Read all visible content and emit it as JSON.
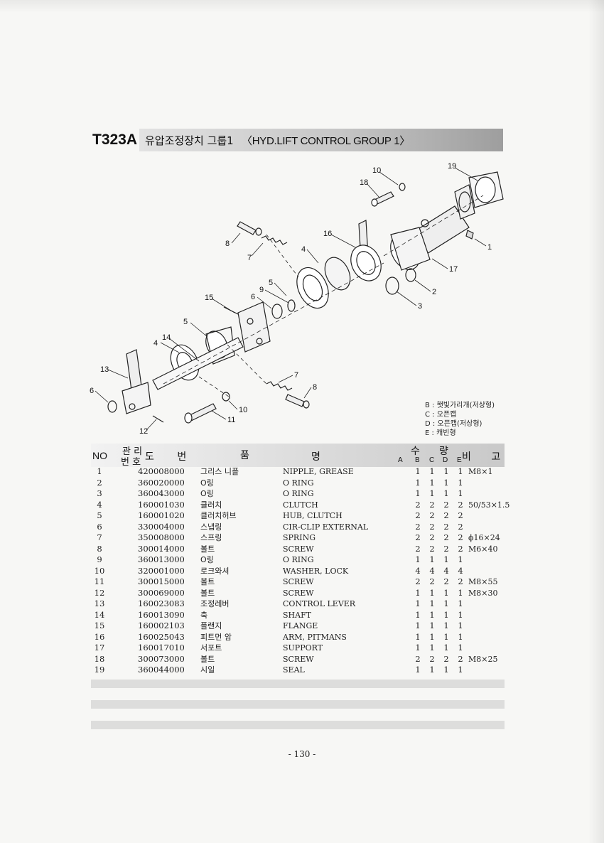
{
  "header": {
    "code": "T323A",
    "title_ko": "유압조정장치 그룹1",
    "title_en": "〈HYD.LIFT CONTROL GROUP 1〉"
  },
  "diagram": {
    "callouts": [
      "1",
      "2",
      "3",
      "4",
      "4",
      "5",
      "5",
      "6",
      "6",
      "7",
      "7",
      "8",
      "8",
      "9",
      "10",
      "10",
      "11",
      "12",
      "13",
      "14",
      "15",
      "16",
      "17",
      "18",
      "19"
    ]
  },
  "legend": {
    "b": "B : 햇빛가리개(저상형)",
    "c": "C : 오픈캡",
    "d": "D : 오픈캡(저상형)",
    "e": "E : 캐빈형"
  },
  "table": {
    "headers": {
      "no": "NO",
      "mgmt_top": "관 리",
      "mgmt_bottom": "번 호",
      "drawing": "도 번",
      "name1": "품",
      "name2": "명",
      "qty1": "수",
      "qty2": "량",
      "col_a": "A",
      "col_b": "B",
      "col_c": "C",
      "col_d": "D",
      "col_e": "E",
      "remark": "비 고"
    },
    "rows": [
      {
        "no": "1",
        "part": "420008000",
        "ko": "그리스 니플",
        "en": "NIPPLE, GREASE",
        "b": "1",
        "c": "1",
        "d": "1",
        "e": "1",
        "remark": "M8×1"
      },
      {
        "no": "2",
        "part": "360020000",
        "ko": "O링",
        "en": "O RING",
        "b": "1",
        "c": "1",
        "d": "1",
        "e": "1",
        "remark": ""
      },
      {
        "no": "3",
        "part": "360043000",
        "ko": "O링",
        "en": "O RING",
        "b": "1",
        "c": "1",
        "d": "1",
        "e": "1",
        "remark": ""
      },
      {
        "no": "4",
        "part": "160001030",
        "ko": "클러치",
        "en": "CLUTCH",
        "b": "2",
        "c": "2",
        "d": "2",
        "e": "2",
        "remark": "50/53×1.5"
      },
      {
        "no": "5",
        "part": "160001020",
        "ko": "클러치허브",
        "en": "HUB, CLUTCH",
        "b": "2",
        "c": "2",
        "d": "2",
        "e": "2",
        "remark": ""
      },
      {
        "no": "6",
        "part": "330004000",
        "ko": "스냅링",
        "en": "CIR-CLIP EXTERNAL",
        "b": "2",
        "c": "2",
        "d": "2",
        "e": "2",
        "remark": ""
      },
      {
        "no": "7",
        "part": "350008000",
        "ko": "스프링",
        "en": "SPRING",
        "b": "2",
        "c": "2",
        "d": "2",
        "e": "2",
        "remark": "ϕ16×24"
      },
      {
        "no": "8",
        "part": "300014000",
        "ko": "볼트",
        "en": "SCREW",
        "b": "2",
        "c": "2",
        "d": "2",
        "e": "2",
        "remark": "M6×40"
      },
      {
        "no": "9",
        "part": "360013000",
        "ko": "O링",
        "en": "O RING",
        "b": "1",
        "c": "1",
        "d": "1",
        "e": "1",
        "remark": ""
      },
      {
        "no": "10",
        "part": "320001000",
        "ko": "로크와셔",
        "en": "WASHER, LOCK",
        "b": "4",
        "c": "4",
        "d": "4",
        "e": "4",
        "remark": ""
      },
      {
        "no": "11",
        "part": "300015000",
        "ko": "볼트",
        "en": "SCREW",
        "b": "2",
        "c": "2",
        "d": "2",
        "e": "2",
        "remark": "M8×55"
      },
      {
        "no": "12",
        "part": "300069000",
        "ko": "볼트",
        "en": "SCREW",
        "b": "1",
        "c": "1",
        "d": "1",
        "e": "1",
        "remark": "M8×30"
      },
      {
        "no": "13",
        "part": "160023083",
        "ko": "조정레버",
        "en": "CONTROL LEVER",
        "b": "1",
        "c": "1",
        "d": "1",
        "e": "1",
        "remark": ""
      },
      {
        "no": "14",
        "part": "160013090",
        "ko": "축",
        "en": "SHAFT",
        "b": "1",
        "c": "1",
        "d": "1",
        "e": "1",
        "remark": ""
      },
      {
        "no": "15",
        "part": "160002103",
        "ko": "플랜지",
        "en": "FLANGE",
        "b": "1",
        "c": "1",
        "d": "1",
        "e": "1",
        "remark": ""
      },
      {
        "no": "16",
        "part": "160025043",
        "ko": "피트먼 암",
        "en": "ARM, PITMANS",
        "b": "1",
        "c": "1",
        "d": "1",
        "e": "1",
        "remark": ""
      },
      {
        "no": "17",
        "part": "160017010",
        "ko": "서포트",
        "en": "SUPPORT",
        "b": "1",
        "c": "1",
        "d": "1",
        "e": "1",
        "remark": ""
      },
      {
        "no": "18",
        "part": "300073000",
        "ko": "볼트",
        "en": "SCREW",
        "b": "2",
        "c": "2",
        "d": "2",
        "e": "2",
        "remark": "M8×25"
      },
      {
        "no": "19",
        "part": "360044000",
        "ko": "시일",
        "en": "SEAL",
        "b": "1",
        "c": "1",
        "d": "1",
        "e": "1",
        "remark": ""
      }
    ]
  },
  "footer": {
    "page": "- 130 -"
  }
}
